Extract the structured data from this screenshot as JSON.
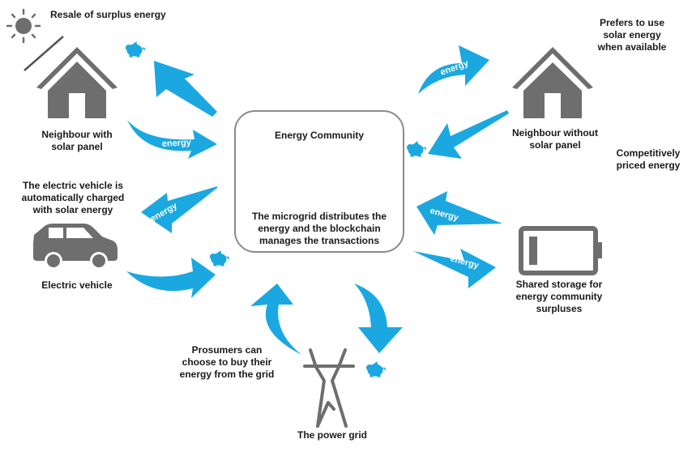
{
  "colors": {
    "arrow": "#1ba8e0",
    "icon": "#6e6e6e",
    "node_green": "#22b33a",
    "box_border": "#8a8a8a",
    "text": "#1a1a1a"
  },
  "center": {
    "title": "Energy Community",
    "description": [
      "The microgrid distributes the",
      "energy and the blockchain",
      "manages the transactions"
    ],
    "icon": "computer-network-icon"
  },
  "nodes": {
    "solar_house": {
      "caption": [
        "Resale of surplus energy"
      ],
      "label": [
        "Neighbour with",
        "solar panel"
      ],
      "icons": [
        "sun-icon",
        "solar-panel-icon",
        "house-icon"
      ]
    },
    "ev": {
      "caption": [
        "The electric vehicle is",
        "automatically charged",
        "with solar energy"
      ],
      "label": [
        "Electric vehicle"
      ],
      "icons": [
        "car-icon"
      ]
    },
    "no_solar_house": {
      "caption": [
        "Prefers to use",
        "solar energy",
        "when available"
      ],
      "label": [
        "Neighbour without",
        "solar panel"
      ],
      "note": [
        "Competitively",
        "priced energy"
      ],
      "icons": [
        "house-icon"
      ]
    },
    "storage": {
      "label": [
        "Shared storage for",
        "energy community",
        "surpluses"
      ],
      "icons": [
        "battery-icon"
      ]
    },
    "grid": {
      "caption": [
        "Prosumers can",
        "choose to buy their",
        "energy from the grid"
      ],
      "label": [
        "The power grid"
      ],
      "icons": [
        "power-pylon-icon"
      ]
    }
  },
  "arrows": {
    "energy_label": "energy",
    "flows": [
      {
        "from": "energy-community",
        "to": "solar-house",
        "kind": "payment"
      },
      {
        "from": "solar-house",
        "to": "energy-community",
        "kind": "energy",
        "labeled": true
      },
      {
        "from": "energy-community",
        "to": "ev",
        "kind": "energy",
        "labeled": true
      },
      {
        "from": "ev",
        "to": "energy-community",
        "kind": "payment"
      },
      {
        "from": "energy-community",
        "to": "no-solar-house",
        "kind": "energy",
        "labeled": true
      },
      {
        "from": "no-solar-house",
        "to": "energy-community",
        "kind": "payment"
      },
      {
        "from": "storage",
        "to": "energy-community",
        "kind": "energy",
        "labeled": true
      },
      {
        "from": "energy-community",
        "to": "storage",
        "kind": "energy",
        "labeled": true
      },
      {
        "from": "grid",
        "to": "energy-community",
        "kind": "energy"
      },
      {
        "from": "energy-community",
        "to": "grid",
        "kind": "payment"
      }
    ]
  }
}
